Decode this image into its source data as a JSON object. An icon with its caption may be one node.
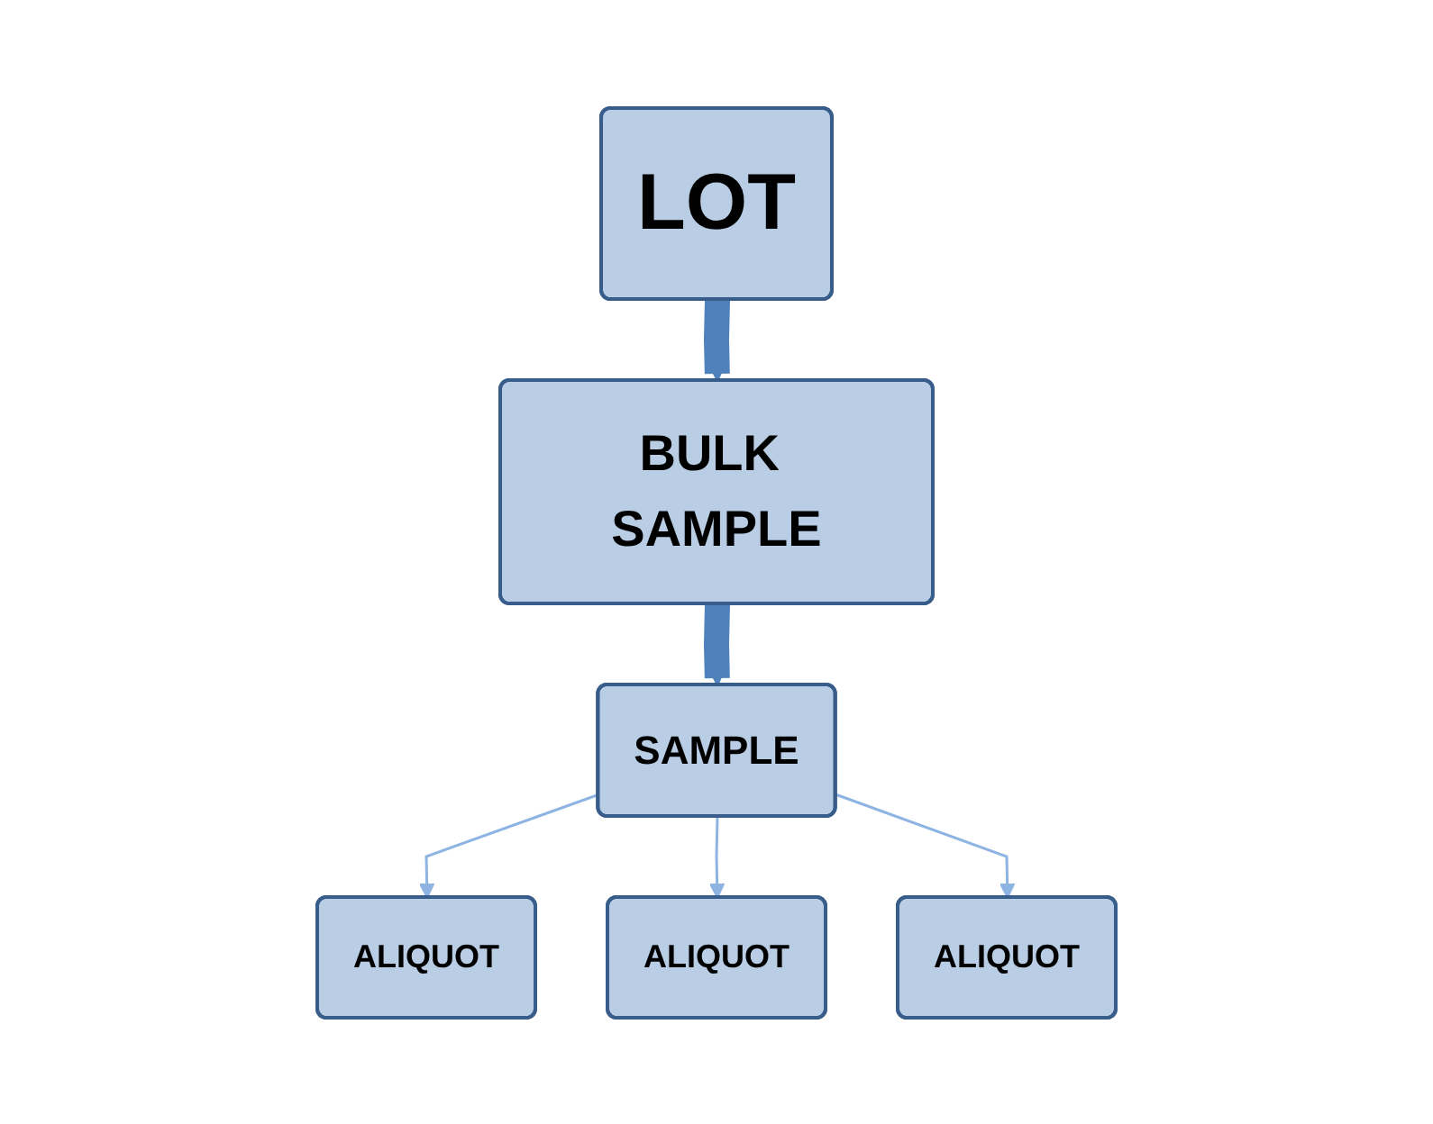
{
  "diagram": {
    "nodes": [
      {
        "text": [
          "LOT"
        ]
      },
      {
        "text": [
          "BULK SAMPLE"
        ]
      },
      {
        "text": [
          "SAMPLE"
        ]
      },
      {
        "text": [
          "ALIQUOT"
        ]
      },
      {
        "text": [
          "ALIQUOT"
        ]
      },
      {
        "text": [
          "ALIQUOT"
        ]
      }
    ],
    "edges": [
      {
        "from": 0,
        "to": 1,
        "arrow": "to",
        "style": "thick",
        "color": "#4f81bd"
      },
      {
        "from": 1,
        "to": 2,
        "arrow": "to",
        "style": "thick",
        "color": "#4f81bd"
      },
      {
        "from": 2,
        "to": 3,
        "arrow": "to"
      },
      {
        "from": 2,
        "to": 4,
        "arrow": "to"
      },
      {
        "from": 2,
        "to": 5,
        "arrow": "to"
      }
    ]
  }
}
